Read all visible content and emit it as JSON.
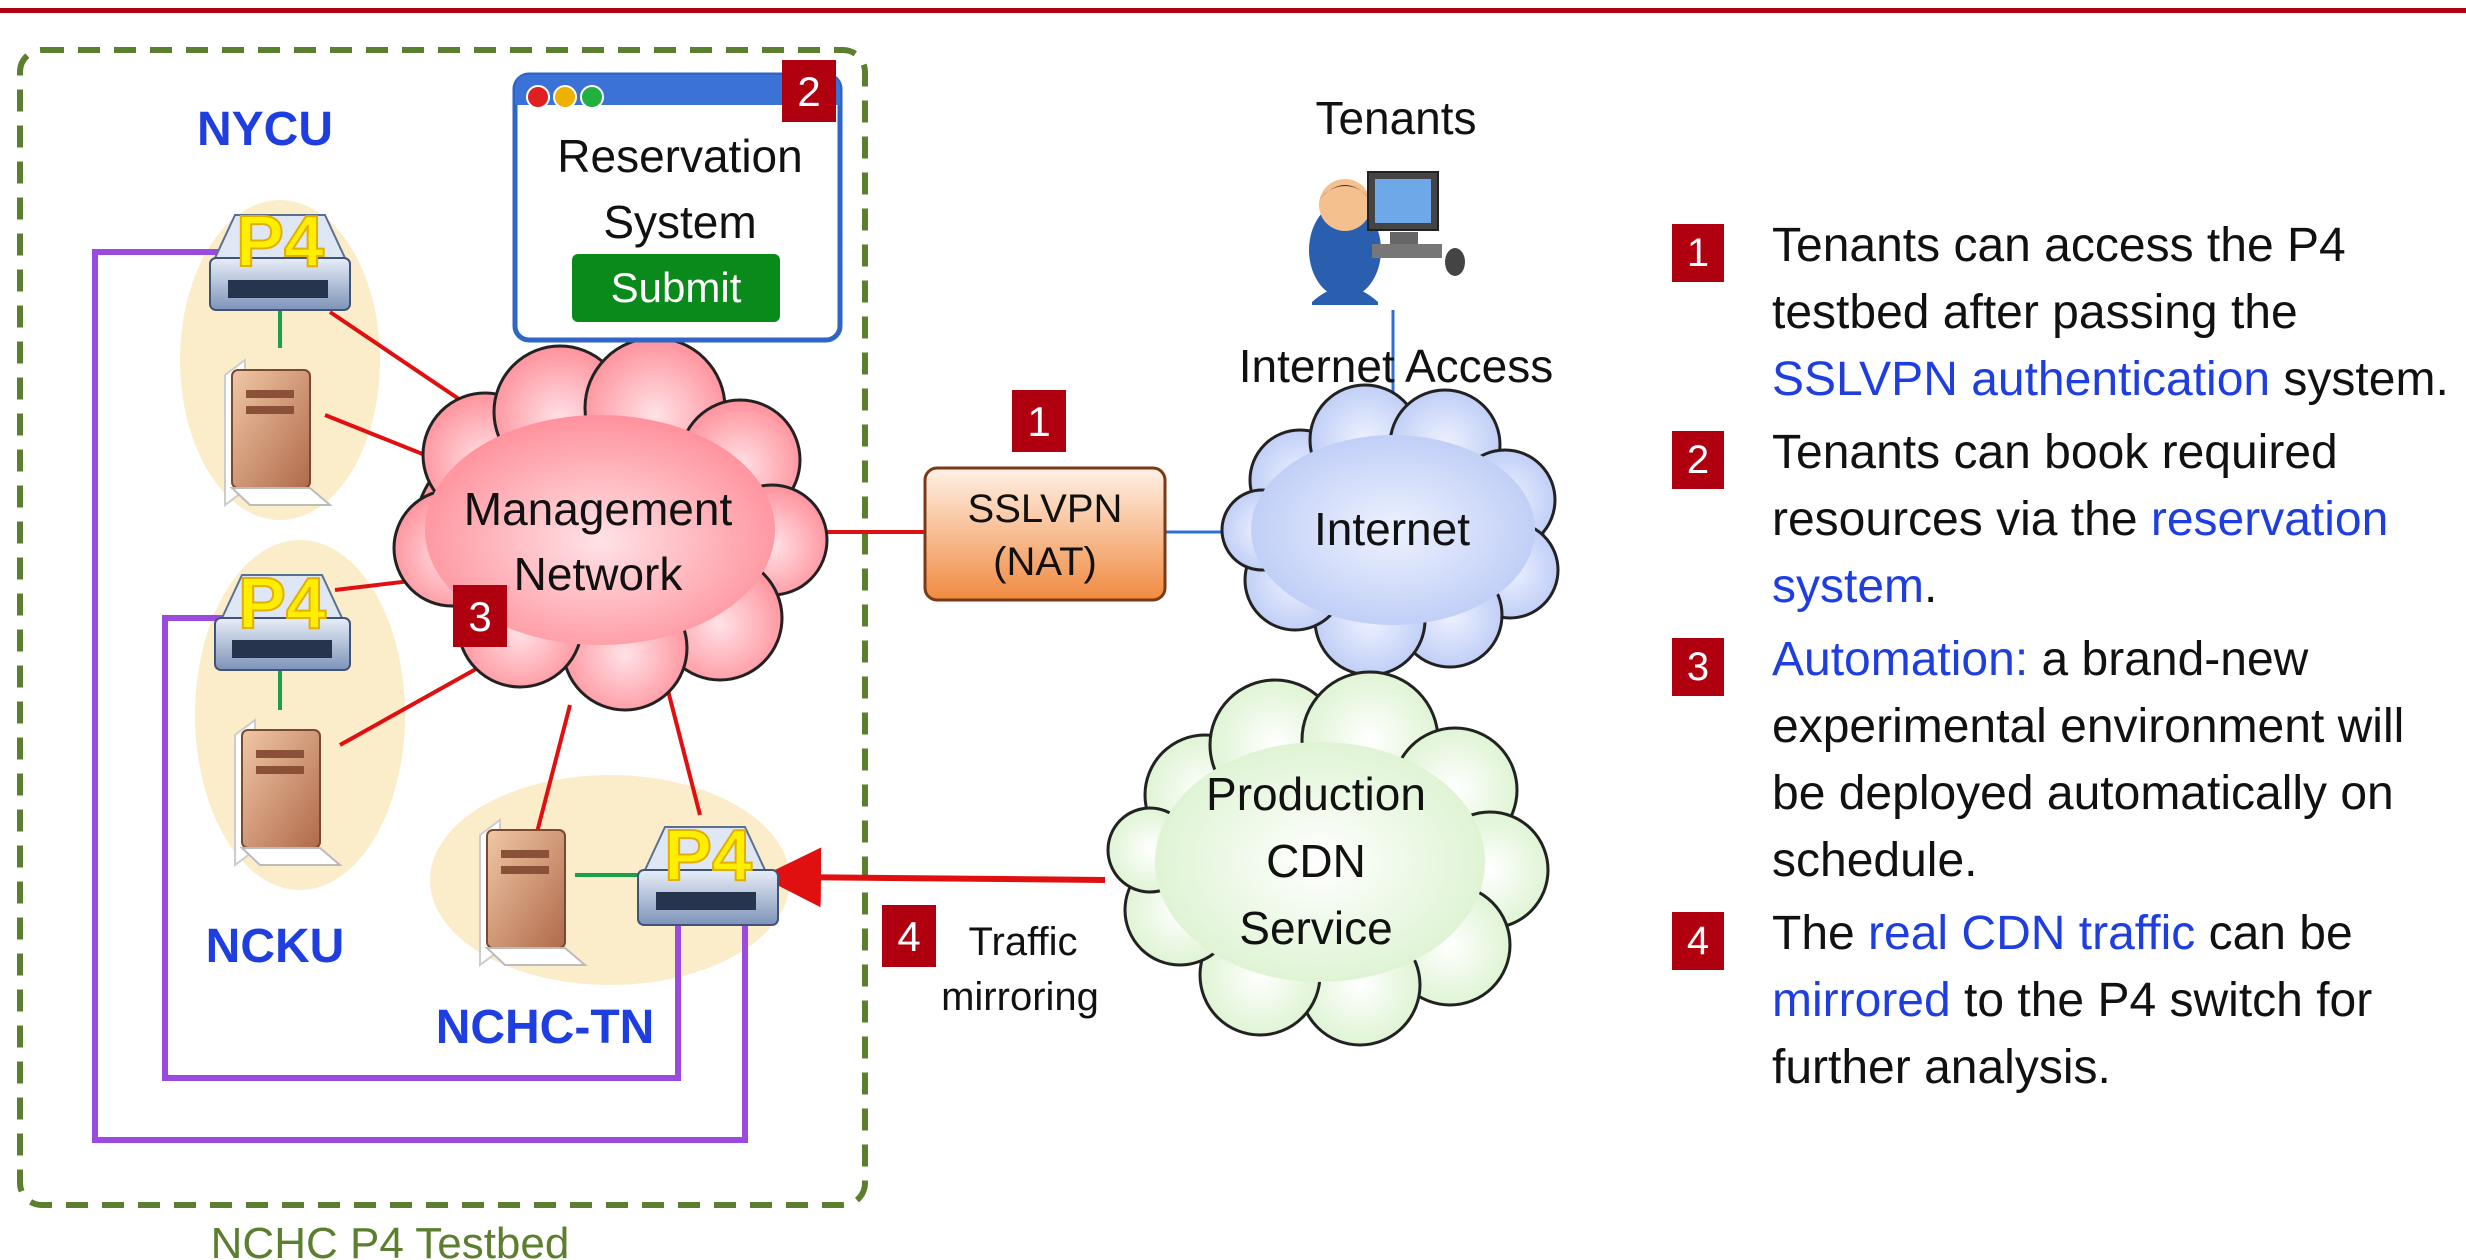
{
  "diagram": {
    "testbed_label": "NCHC P4 Testbed",
    "sites": {
      "nycu": "NYCU",
      "ncku": "NCKU",
      "nchc_tn": "NCHC-TN"
    },
    "switch_label": "P4",
    "reservation_window": {
      "title_line1": "Reservation",
      "title_line2": "System",
      "button": "Submit"
    },
    "management_cloud": {
      "line1": "Management",
      "line2": "Network"
    },
    "sslvpn_box": {
      "line1": "SSLVPN",
      "line2": "(NAT)"
    },
    "internet_cloud": "Internet",
    "tenants_label": "Tenants",
    "internet_access_label": "Internet Access",
    "cdn_cloud": {
      "line1": "Production",
      "line2": "CDN",
      "line3": "Service"
    },
    "traffic_label": {
      "line1": "Traffic",
      "line2": "mirroring"
    },
    "badges": [
      "1",
      "2",
      "3",
      "4"
    ]
  },
  "descriptions": [
    {
      "num": "1",
      "parts": [
        {
          "text": "Tenants can access the P4 testbed after passing the ",
          "hl": false
        },
        {
          "text": "SSLVPN authentication",
          "hl": true
        },
        {
          "text": " system.",
          "hl": false
        }
      ]
    },
    {
      "num": "2",
      "parts": [
        {
          "text": "Tenants can book required resources via the ",
          "hl": false
        },
        {
          "text": "reservation system",
          "hl": true
        },
        {
          "text": ".",
          "hl": false
        }
      ]
    },
    {
      "num": "3",
      "parts": [
        {
          "text": "Automation:",
          "hl": true
        },
        {
          "text": " a brand-new experimental environment will be deployed automatically on schedule.",
          "hl": false
        }
      ]
    },
    {
      "num": "4",
      "parts": [
        {
          "text": "The ",
          "hl": false
        },
        {
          "text": "real CDN traffic",
          "hl": true
        },
        {
          "text": " can be ",
          "hl": false
        },
        {
          "text": "mirrored",
          "hl": true
        },
        {
          "text": " to the P4 switch for further analysis.",
          "hl": false
        }
      ]
    }
  ],
  "colors": {
    "accent_red": "#b00010",
    "link_blue": "#1f3ee0",
    "testbed_green": "#5b7f2e",
    "link_red": "#e01010",
    "loop_purple": "#9b4ae0",
    "internet_blue": "#2f6fd0"
  }
}
